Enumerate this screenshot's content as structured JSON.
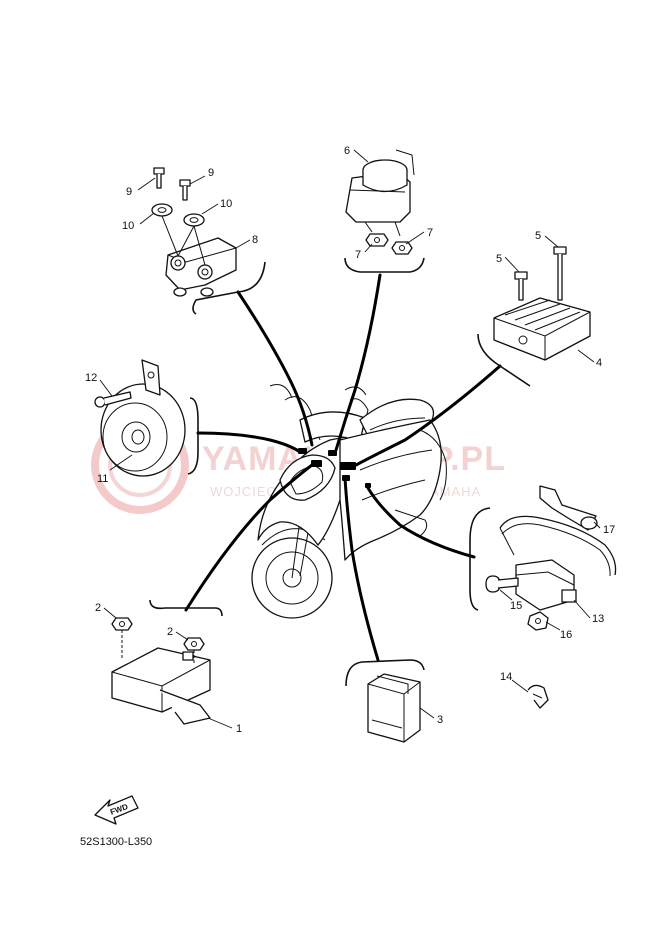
{
  "diagram": {
    "code": "52S1300-L350",
    "fwd_label": "FWD",
    "watermark": {
      "main": "YAMAHASHOP.PL",
      "sub": "WOJCIECHOWSKI — DEALER YAMAHA",
      "color": "#e8a0a0"
    },
    "callouts": [
      "1",
      "2",
      "2",
      "3",
      "4",
      "5",
      "5",
      "6",
      "7",
      "7",
      "8",
      "9",
      "9",
      "10",
      "10",
      "11",
      "12",
      "13",
      "14",
      "15",
      "16",
      "17"
    ]
  }
}
